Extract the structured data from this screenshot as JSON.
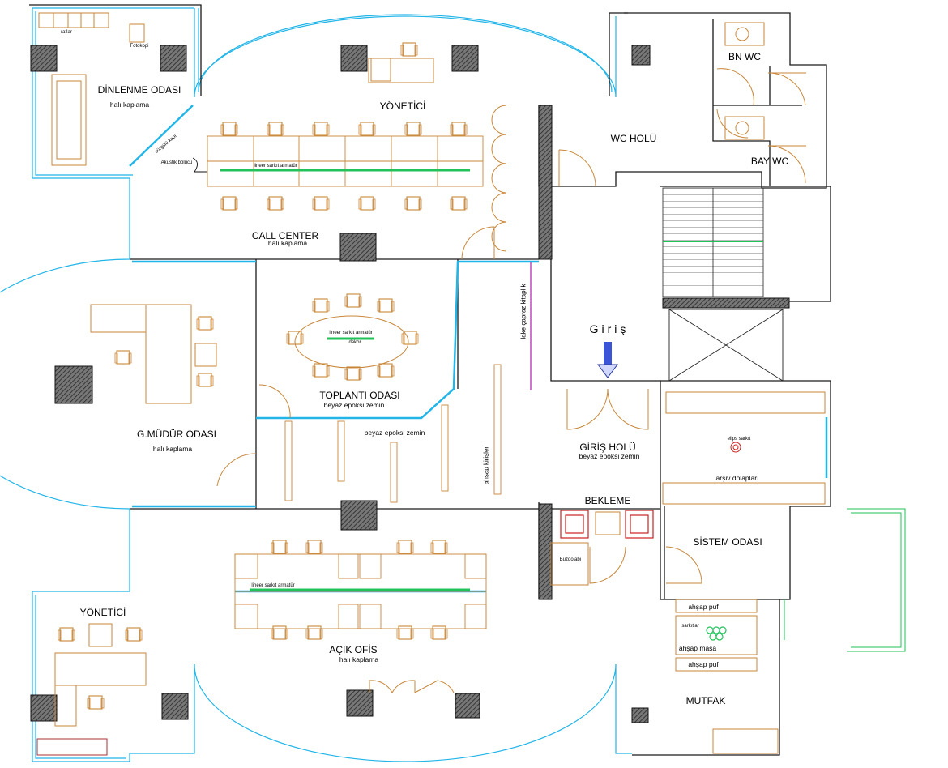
{
  "rooms": {
    "dinlenme": "DİNLENME ODASI",
    "dinlenme_sub": "halı kaplama",
    "yonetici_top": "YÖNETİCİ",
    "call_center": "CALL CENTER",
    "call_center_sub": "halı kaplama",
    "bn_wc": "BN WC",
    "bay_wc": "BAY WC",
    "wc_holu": "WC HOLÜ",
    "toplanti": "TOPLANTI ODASI",
    "toplanti_sub": "beyaz epoksi zemin",
    "gmudur": "G.MÜDÜR ODASI",
    "gmudur_sub": "halı kaplama",
    "corridor_floor": "beyaz epoksi zemin",
    "giris_holu": "GİRİŞ HOLÜ",
    "giris_holu_sub": "beyaz epoksi zemin",
    "bekleme": "BEKLEME",
    "sistem": "SİSTEM ODASI",
    "yonetici_bottom": "YÖNETİCİ",
    "acik_ofis": "AÇIK OFİS",
    "acik_ofis_sub": "halı kaplama",
    "mutfak": "MUTFAK"
  },
  "labels": {
    "giris": "Giriş",
    "raflar": "raflar",
    "fotokopi": "Fotokopi",
    "surgulu_kapi": "sürgülü kapı",
    "akustik": "Akustik bölücü",
    "lineer_cc": "lineer sarkıt armatür",
    "lineer_toplanti": "lineer sarkıt armatür",
    "dekor": "dekor",
    "ahsap_kirisler": "ahşap kirişler",
    "lake_kitaplik": "lake çapraz kitaplık",
    "elips_sarkit": "elips sarkıt",
    "arsiv": "arşiv dolapları",
    "buzdolabi": "Buzdolabı",
    "lineer_acik": "lineer sarkıt armatür",
    "ahsap_puf_top": "ahşap puf",
    "sarkitlar": "sarkıtlar",
    "ahsap_masa": "ahşap masa",
    "ahsap_puf_bottom": "ahşap puf"
  },
  "colors": {
    "wall": "#1a1a1a",
    "glass": "#22b5e8",
    "furniture": "#c8873a",
    "light": "#21c25a",
    "column": "#505050",
    "red": "#cc2222"
  }
}
